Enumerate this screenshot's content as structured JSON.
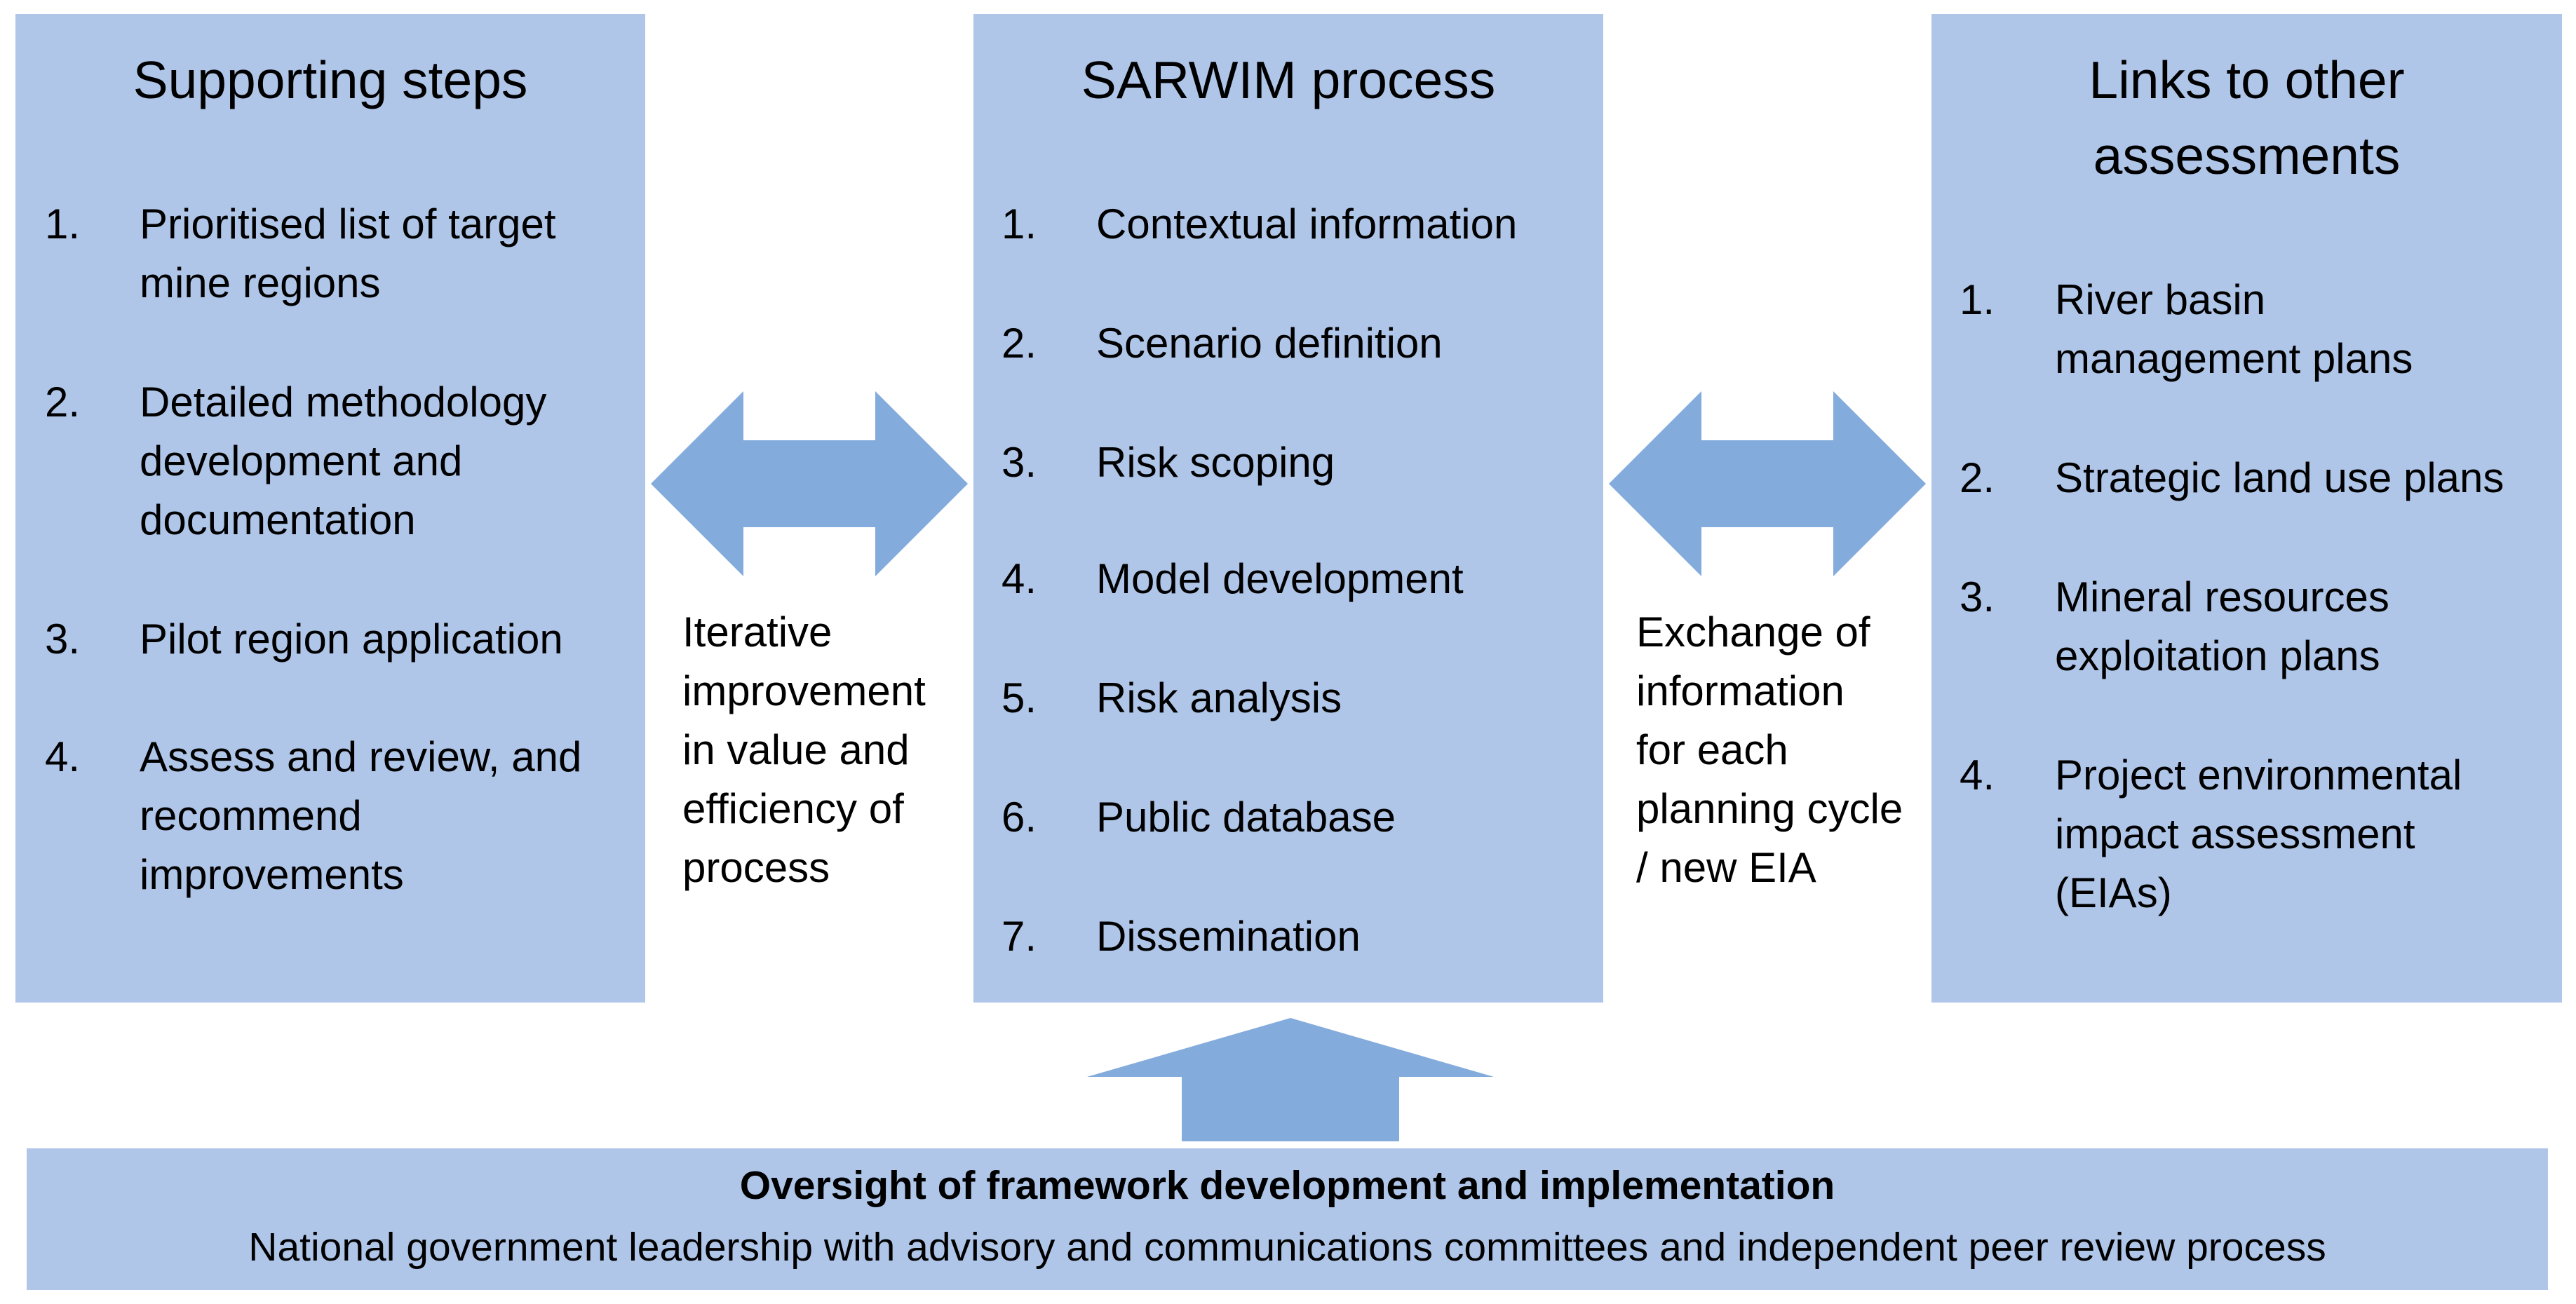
{
  "supporting": {
    "title": "Supporting steps",
    "items": [
      {
        "num": "1.",
        "lines": [
          "Prioritised list of target",
          "mine regions"
        ]
      },
      {
        "num": "2.",
        "lines": [
          "Detailed methodology",
          "development and",
          "documentation"
        ]
      },
      {
        "num": "3.",
        "lines": [
          "Pilot region application"
        ]
      },
      {
        "num": "4.",
        "lines": [
          "Assess and review, and",
          "recommend",
          "improvements"
        ]
      }
    ]
  },
  "process": {
    "title": "SARWIM process",
    "items": [
      {
        "num": "1.",
        "label": "Contextual information"
      },
      {
        "num": "2.",
        "label": "Scenario definition"
      },
      {
        "num": "3.",
        "label": "Risk scoping"
      },
      {
        "num": "4.",
        "label": "Model development"
      },
      {
        "num": "5.",
        "label": "Risk analysis"
      },
      {
        "num": "6.",
        "label": "Public database"
      },
      {
        "num": "7.",
        "label": "Dissemination"
      }
    ]
  },
  "links": {
    "title_lines": [
      "Links to other",
      "assessments"
    ],
    "items": [
      {
        "num": "1.",
        "lines": [
          "River basin",
          "management plans"
        ]
      },
      {
        "num": "2.",
        "lines": [
          "Strategic land use plans"
        ]
      },
      {
        "num": "3.",
        "lines": [
          "Mineral resources",
          "exploitation plans"
        ]
      },
      {
        "num": "4.",
        "lines": [
          "Project environmental",
          "impact assessment",
          "(EIAs)"
        ]
      }
    ]
  },
  "left_note": [
    "Iterative",
    "improvement",
    "in value and",
    "efficiency of",
    "process"
  ],
  "right_note": [
    "Exchange of",
    "information",
    "for each",
    "planning cycle",
    "/ new EIA"
  ],
  "oversight": {
    "title": "Oversight of framework development and implementation",
    "description": "National government leadership with advisory and communications committees and independent peer review process"
  },
  "colors": {
    "box_fill": "#afc6e9",
    "arrow_fill": "#83abdc",
    "text": "#000000"
  }
}
